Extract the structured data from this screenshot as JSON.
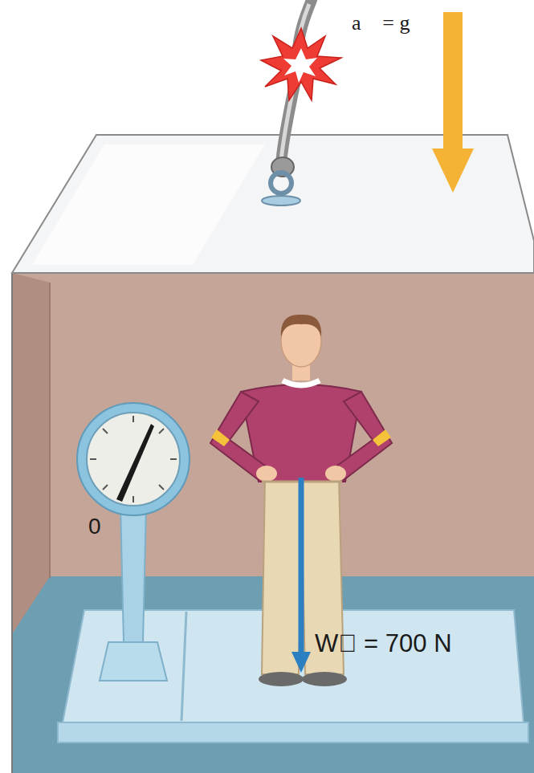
{
  "diagram": {
    "labels": [
      "a⃗ = g⃗",
      "0",
      "W⃗ = 700 N"
    ]
  }
}
